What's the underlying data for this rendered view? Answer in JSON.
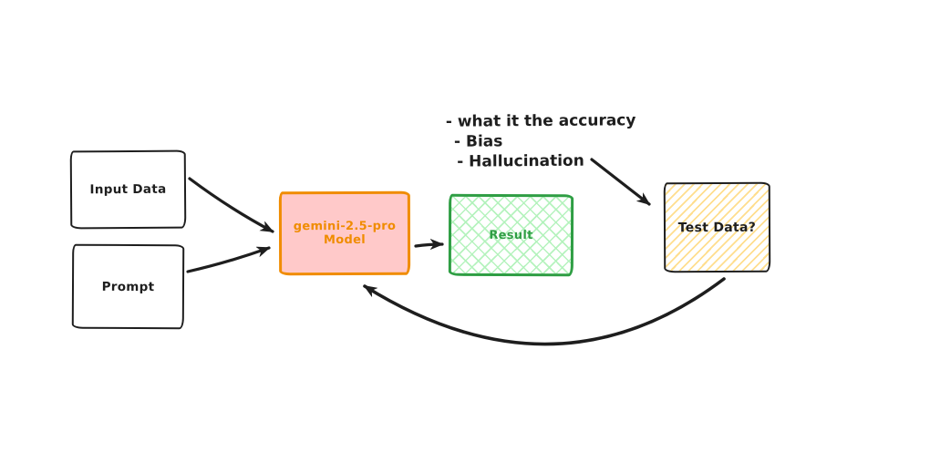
{
  "diagram": {
    "nodes": [
      {
        "id": "input-data",
        "label": "Input Data"
      },
      {
        "id": "prompt",
        "label": "Prompt"
      },
      {
        "id": "model",
        "label": "gemini-2.5-pro Model"
      },
      {
        "id": "result",
        "label": "Result"
      },
      {
        "id": "test-data",
        "label": "Test Data?"
      }
    ],
    "annotation": {
      "lines": [
        "- what it the accuracy",
        "- Bias",
        "- Hallucination"
      ]
    },
    "edges": [
      {
        "from": "input-data",
        "to": "model",
        "style": "straight"
      },
      {
        "from": "prompt",
        "to": "model",
        "style": "straight"
      },
      {
        "from": "model",
        "to": "result",
        "style": "straight"
      },
      {
        "from": "annotation",
        "to": "test-data",
        "style": "straight"
      },
      {
        "from": "test-data",
        "to": "model",
        "style": "curved"
      }
    ],
    "colors": {
      "canvas": "#ffffff",
      "stroke_dark": "#1e1e1e",
      "model_border": "#f08c00",
      "model_fill": "#ffc9c9",
      "model_text": "#f08c00",
      "result_border": "#2f9e44",
      "result_hatch": "#b2f2bb",
      "result_text": "#2f9e44",
      "testdata_hatch": "#ffd87a",
      "testdata_border": "#1e1e1e"
    }
  }
}
